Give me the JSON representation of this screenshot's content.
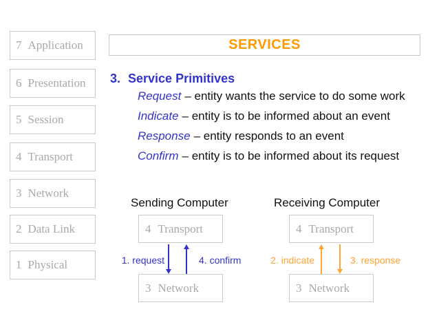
{
  "title": "SERVICES",
  "colors": {
    "title_orange": "#FF9900",
    "arrow_orange": "#FFA333",
    "blue": "#3333CC",
    "box_border_gray": "#C9C9C9",
    "box_text_gray": "#A9A9A9",
    "body_text": "#111111"
  },
  "sidebar": {
    "layers": [
      {
        "num": "7",
        "name": "Application"
      },
      {
        "num": "6",
        "name": "Presentation"
      },
      {
        "num": "5",
        "name": "Session"
      },
      {
        "num": "4",
        "name": "Transport"
      },
      {
        "num": "3",
        "name": "Network"
      },
      {
        "num": "2",
        "name": "Data Link"
      },
      {
        "num": "1",
        "name": "Physical"
      }
    ]
  },
  "content": {
    "heading_number": "3.",
    "heading": "Service Primitives",
    "primitives": [
      {
        "term": "Request",
        "desc": "– entity wants the service to do some work"
      },
      {
        "term": "Indicate",
        "desc": "– entity is to be informed about an event"
      },
      {
        "term": "Response",
        "desc": "– entity responds to an event"
      },
      {
        "term": "Confirm",
        "desc": "– entity is to be informed about its request"
      }
    ]
  },
  "diagram": {
    "sending": {
      "label": "Sending Computer",
      "top_box": {
        "num": "4",
        "name": "Transport"
      },
      "bottom_box": {
        "num": "3",
        "name": "Network"
      },
      "arrows": [
        {
          "label": "1. request",
          "direction": "down"
        },
        {
          "label": "4. confirm",
          "direction": "up"
        }
      ]
    },
    "receiving": {
      "label": "Receiving Computer",
      "top_box": {
        "num": "4",
        "name": "Transport"
      },
      "bottom_box": {
        "num": "3",
        "name": "Network"
      },
      "arrows": [
        {
          "label": "2. indicate",
          "direction": "up"
        },
        {
          "label": "3. response",
          "direction": "down"
        }
      ]
    }
  }
}
